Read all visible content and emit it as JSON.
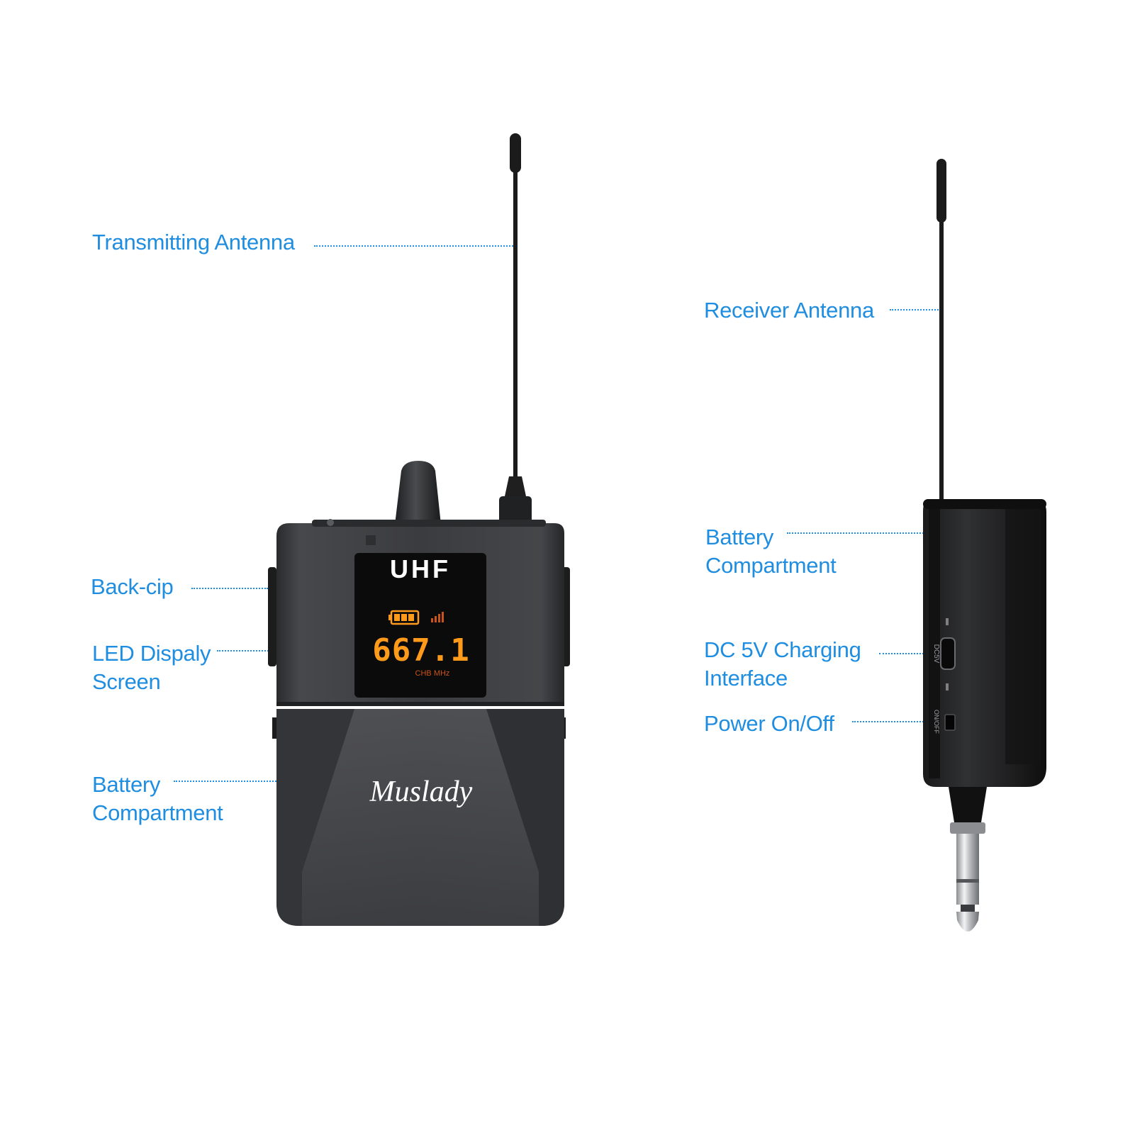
{
  "labels": {
    "transmitting_antenna": "Transmitting Antenna",
    "back_clip": "Back-cip",
    "led_display_line1": "LED Dispaly",
    "led_display_line2": "Screen",
    "tx_battery_line1": "Battery",
    "tx_battery_line2": "Compartment",
    "receiver_antenna": "Receiver Antenna",
    "rx_battery_line1": "Battery",
    "rx_battery_line2": "Compartment",
    "dc_charging_line1": "DC 5V Charging",
    "dc_charging_line2": "Interface",
    "power": "Power On/Off"
  },
  "transmitter": {
    "band_label": "UHF",
    "frequency": "667.1",
    "channel_unit": "CHB  MHz",
    "brand": "Muslady"
  },
  "receiver": {
    "port_label": "DC5V",
    "switch_label": "ON/OFF"
  },
  "colors": {
    "callout": "#1f8ee0",
    "lcd_digits": "#ff9a1a",
    "device_body": "#3a3b3d"
  }
}
